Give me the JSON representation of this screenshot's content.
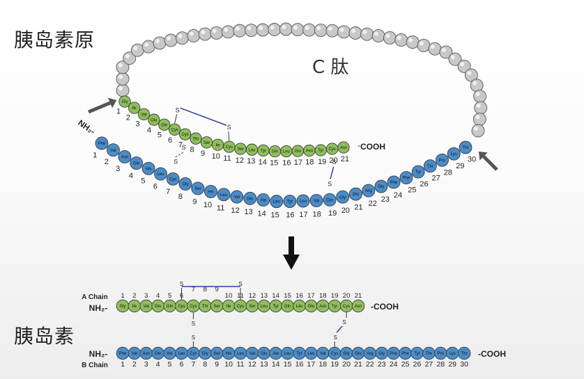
{
  "labels": {
    "proinsulin": "胰岛素原",
    "c_peptide": "C 肽",
    "insulin": "胰岛素",
    "nh2": "NH₂-",
    "cooh": "-COOH",
    "a_chain": "A Chain",
    "b_chain": "B Chain",
    "s": "S"
  },
  "colors": {
    "a_chain": "#8fbf5a",
    "b_chain": "#4a8cc9",
    "c_peptide": "#c8c8c8",
    "disulfide_line": "#2e3f9e",
    "arrow": "#555555"
  },
  "a_chain": [
    "Gly",
    "Ile",
    "Val",
    "Glu",
    "Gln",
    "Cys",
    "Cys",
    "Thr",
    "Ser",
    "Ile",
    "Cys",
    "Ser",
    "Leu",
    "Tyr",
    "Gln",
    "Leu",
    "Glu",
    "Asn",
    "Tyr",
    "Cys",
    "Asn"
  ],
  "b_chain": [
    "Phe",
    "Val",
    "Asn",
    "Gln",
    "His",
    "Leu",
    "Cys",
    "Gly",
    "Ser",
    "His",
    "Leu",
    "Val",
    "Glu",
    "Ala",
    "Leu",
    "Tyr",
    "Leu",
    "Val",
    "Cys",
    "Gly",
    "Glu",
    "Arg",
    "Gly",
    "Phe",
    "Phe",
    "Tyr",
    "Thr",
    "Pro",
    "Lys",
    "Thr"
  ],
  "a_numbers": [
    "1",
    "2",
    "3",
    "4",
    "5",
    "6",
    "7",
    "8",
    "9",
    "10",
    "11",
    "12",
    "13",
    "14",
    "15",
    "16",
    "17",
    "18",
    "19",
    "20",
    "21"
  ],
  "b_numbers": [
    "1",
    "2",
    "3",
    "4",
    "5",
    "6",
    "7",
    "8",
    "9",
    "10",
    "11",
    "12",
    "13",
    "14",
    "15",
    "16",
    "17",
    "18",
    "19",
    "20",
    "21",
    "22",
    "23",
    "24",
    "25",
    "26",
    "27",
    "28",
    "29",
    "30"
  ]
}
